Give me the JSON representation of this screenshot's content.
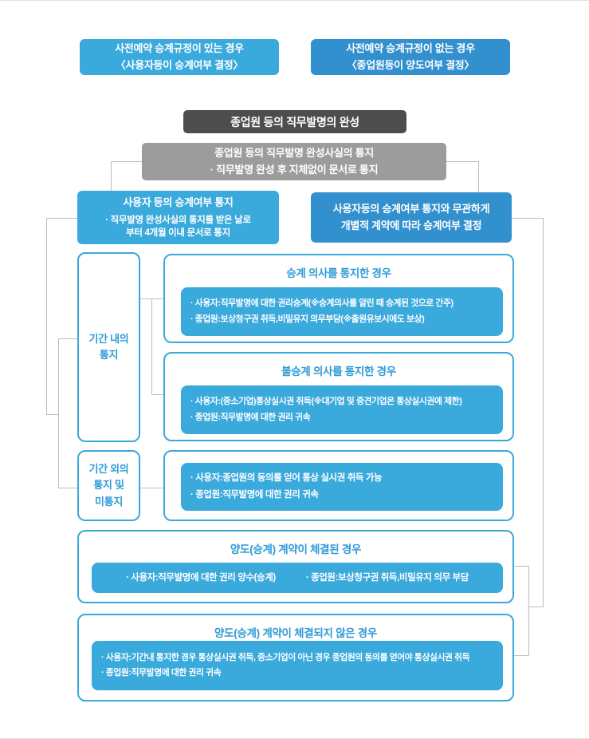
{
  "colors": {
    "light_blue": "#3AA9DC",
    "dark_blue": "#3390CE",
    "dark_gray": "#4D4D4D",
    "mid_gray": "#9C9C9C",
    "blue_text": "#2E9BD6",
    "line_gray": "#BDBDBD",
    "page_bg": "#FFFFFF"
  },
  "top": {
    "reserved_yes": {
      "line1": "사전예약 승계규정이 있는 경우",
      "line2": "〈사용자등이 승계여부 결정〉"
    },
    "reserved_no": {
      "line1": "사전예약 승계규정이 없는 경우",
      "line2": "〈종업원등이 양도여부 결정〉"
    }
  },
  "flow": {
    "completion": "종업원 등의 직무발명의 완성",
    "completion_notice": {
      "line1": "종업원 등의 직무발명 완성사실의 통지",
      "line2": "· 직무발명 완성 후 지체없이 문서로 통지"
    },
    "employer_notice": {
      "title": "사용자 등의 승계여부 통지",
      "line1": "· 직무발명 완성사실의 통지를 받은 날로",
      "line2": "부터 4개월 이내 문서로 통지"
    },
    "independent_decision": {
      "line1": "사용자등의 승계여부 통지와 무관하게",
      "line2": "개별적 계약에 따라 승계여부 결정"
    },
    "period_in": {
      "line1": "기간 내의",
      "line2": "통지"
    },
    "period_out": {
      "line1": "기간 외의",
      "line2": "통지 및",
      "line3": "미통지"
    },
    "sections": {
      "inherit": {
        "title": "승계 의사를 통지한 경우",
        "line1": "· 사용자:직무발명에 대한 권리승계(※승계의사를 알린 때 승계된 것으로 간주)",
        "line2": "· 종업원:보상청구권 취득,비밀유지 의무부담(※출원유보시에도 보상)"
      },
      "no_inherit": {
        "title": "불승계 의사를 통지한 경우",
        "line1": "· 사용자:(중소기업)통상실시권 취득(※대기업 및 중견기업은 통상실시권에 제한)",
        "line2": "· 종업원:직무발명에 대한 권리 귀속"
      },
      "late_notice": {
        "line1": "· 사용자:종업원의 동의를 얻어 통상 실시권 취득 가능",
        "line2": "· 종업원:직무발명에 대한 권리 귀속"
      },
      "contract_concluded": {
        "title": "양도(승계) 계약이 체결된 경우",
        "item1": "· 사용자:직무발명에 대한 권리 양수(승계)",
        "item2": "· 종업원:보상청구권 취득,비밀유지 의무 부담"
      },
      "contract_not_concluded": {
        "title": "양도(승계) 계약이 체결되지 않은 경우",
        "line1": "· 사용자:기간내 통지한 경우 통상실시권 취득, 중소기업이 아닌 경우 종업원의 동의를 얻어야 통상실시권 취득",
        "line2": "· 종업원:직무발명에 대한 권리 귀속"
      }
    }
  }
}
